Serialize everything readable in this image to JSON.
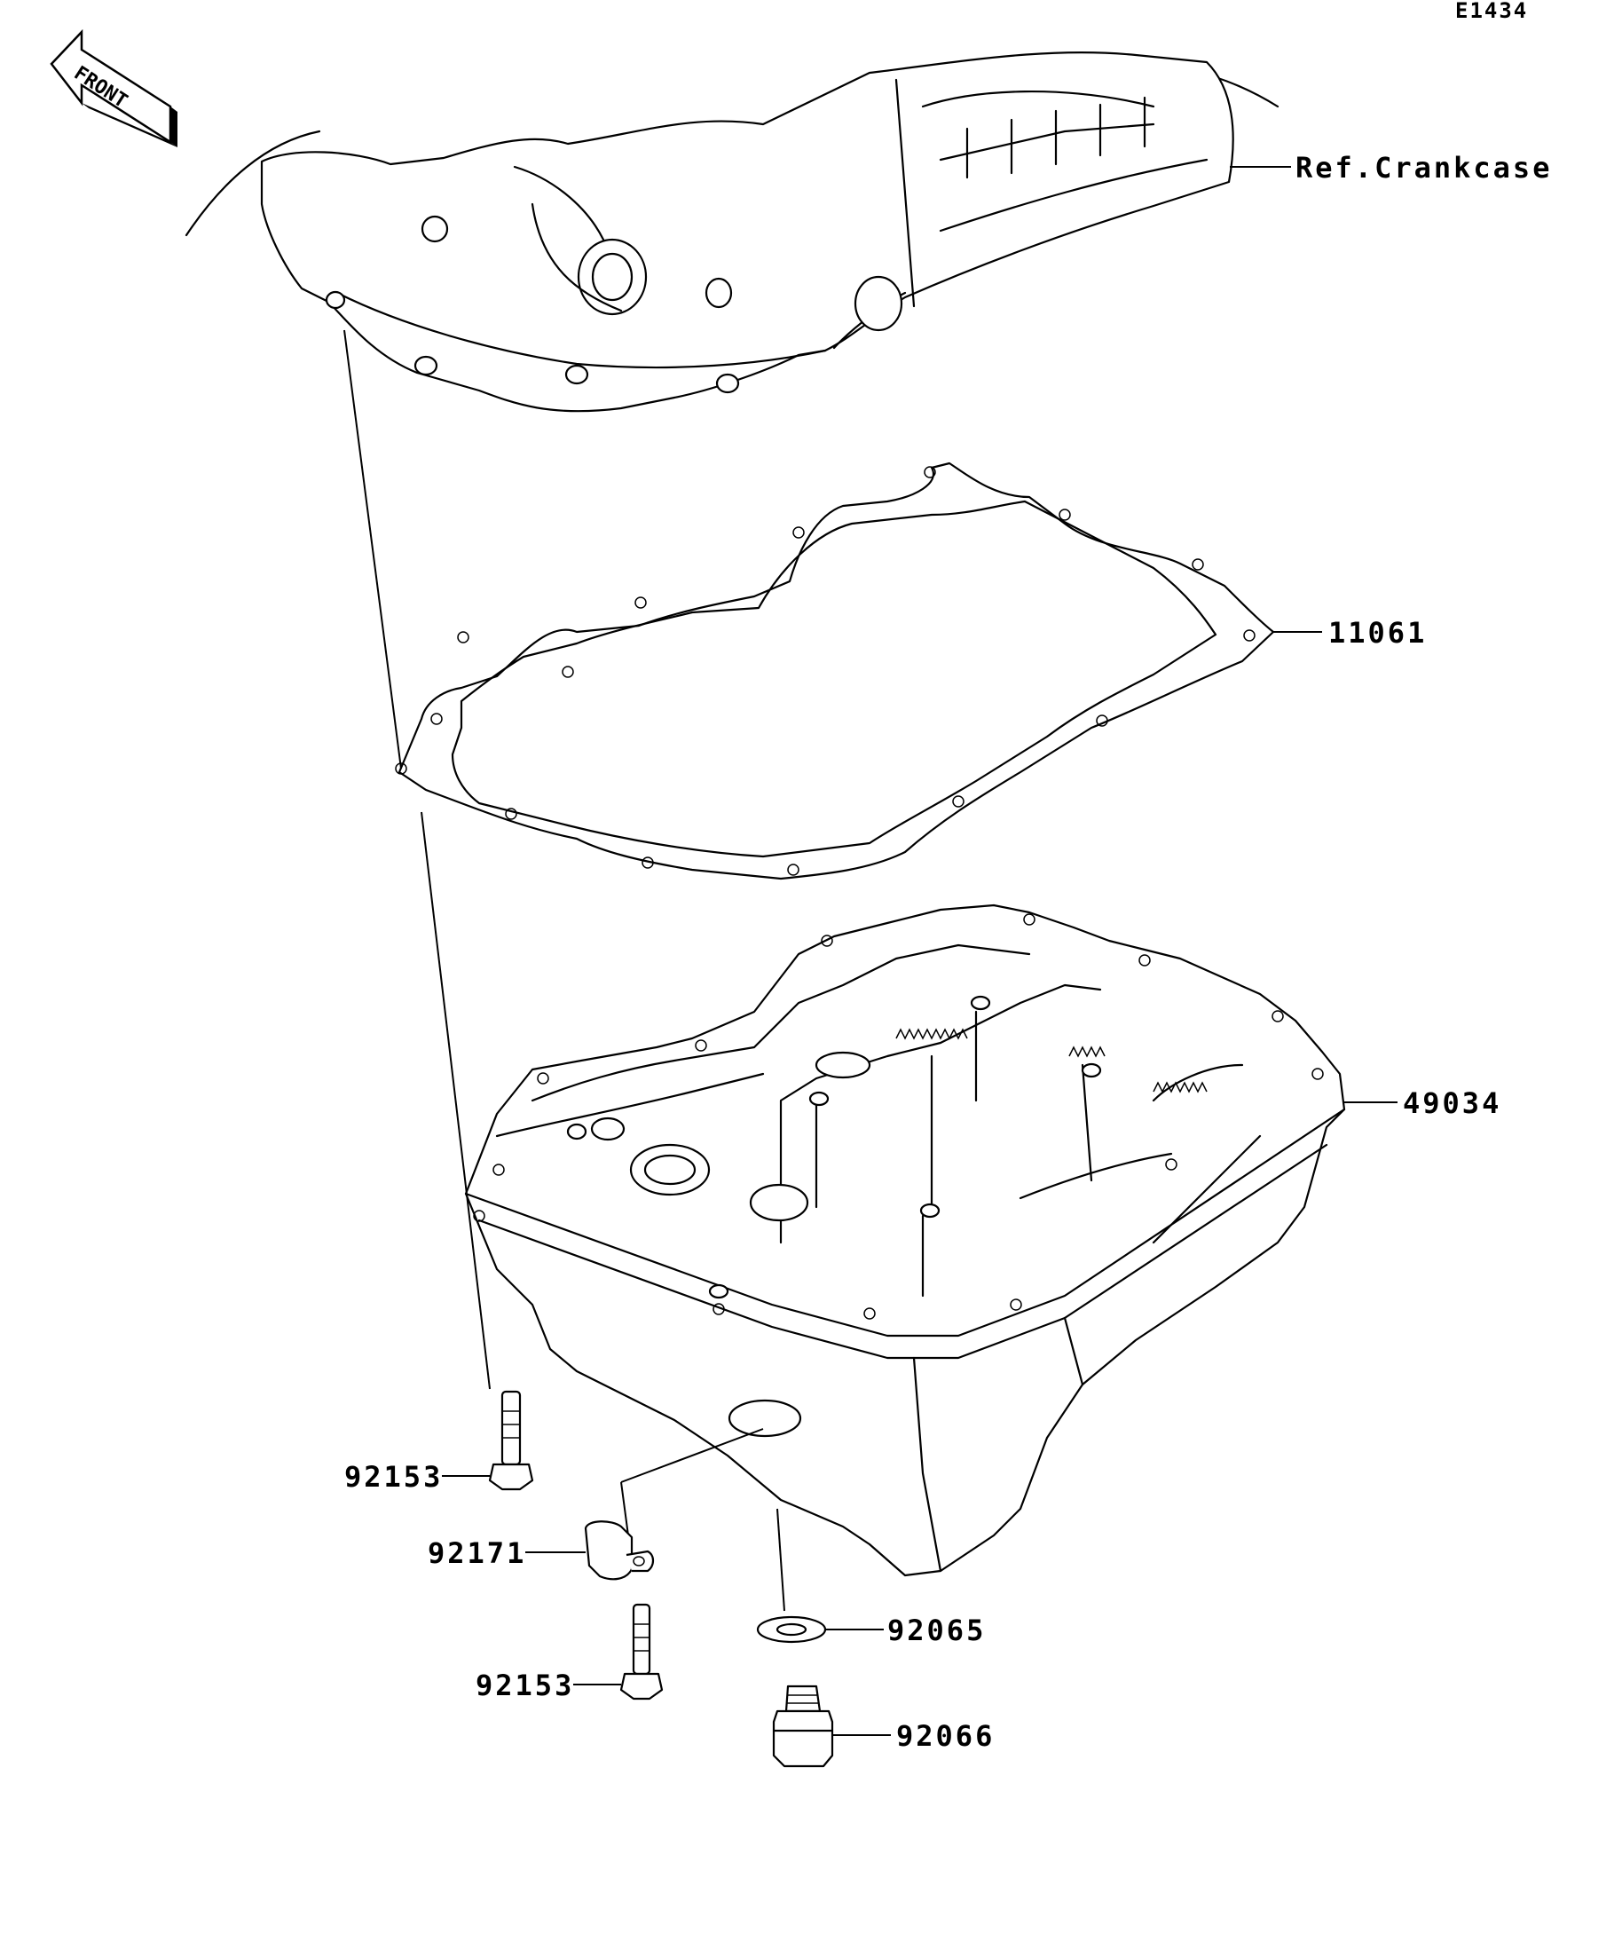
{
  "diagram_code": "E1434",
  "front_arrow_label": "FRONT",
  "callouts": {
    "crankcase_ref": "Ref.Crankcase",
    "gasket": "11061",
    "oil_pan": "49034",
    "bolt_upper": "92153",
    "clamp": "92171",
    "bolt_lower": "92153",
    "washer": "92065",
    "drain_plug": "92066"
  }
}
